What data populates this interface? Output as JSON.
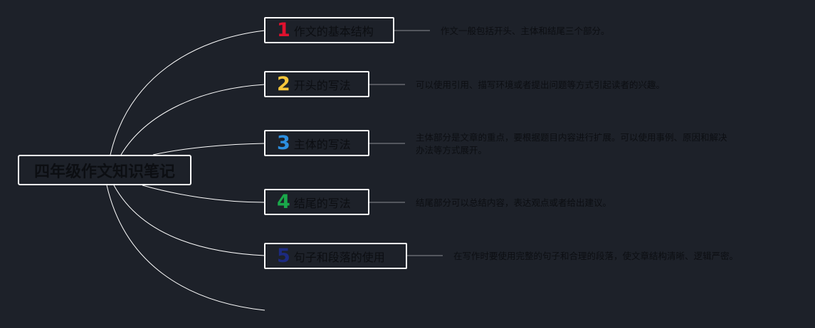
{
  "root": {
    "title": "四年级作文知识笔记"
  },
  "branches": [
    {
      "number": "1",
      "title": "作文的基本结构",
      "color": "#e0112e",
      "desc": [
        "作文一般包括开头、主体和结尾三个部分。"
      ]
    },
    {
      "number": "2",
      "title": "开头的写法",
      "color": "#f5c53a",
      "desc": [
        "可以使用引用、描写环境或者提出问题等方式引起读者的兴趣。"
      ]
    },
    {
      "number": "3",
      "title": "主体的写法",
      "color": "#2c8fe0",
      "desc": [
        "主体部分是文章的重点，要根据题目内容进行扩展。可以使用事例、原因和解决",
        "办法等方式展开。"
      ]
    },
    {
      "number": "4",
      "title": "结尾的写法",
      "color": "#1aa84a",
      "desc": [
        "结尾部分可以总结内容，表达观点或者给出建议。"
      ]
    },
    {
      "number": "5",
      "title": "句子和段落的使用",
      "color": "#1c2a80",
      "desc": [
        "在写作时要使用完整的句子和合理的段落，使文章结构清晰、逻辑严密。"
      ]
    }
  ],
  "colors": {
    "background": "#1d2129",
    "line": "#ffffff",
    "text": "#0c0e12"
  }
}
